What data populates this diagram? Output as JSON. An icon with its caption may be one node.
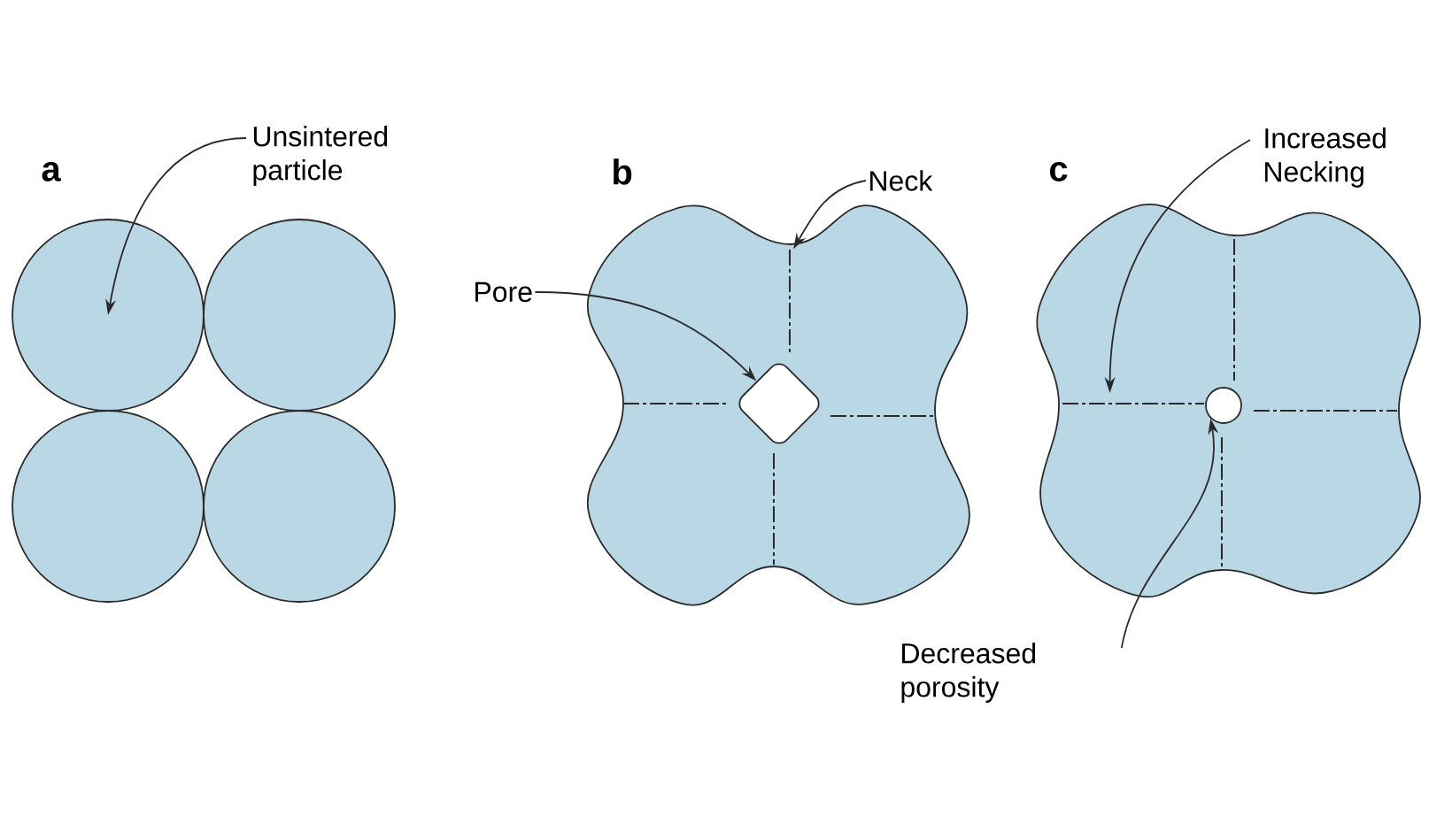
{
  "diagram": {
    "nodes": [
      {
        "text": [
          "Unsintered particle"
        ]
      },
      {
        "text": [],
        "shape": "circle"
      },
      {
        "text": [],
        "shape": "circle"
      },
      {
        "text": [],
        "shape": "circle"
      },
      {
        "text": [],
        "shape": "circle"
      },
      {
        "text": [
          "Neck"
        ]
      },
      {
        "text": [
          "Pore"
        ]
      },
      {
        "text": [],
        "shape": "blob"
      },
      {
        "text": [],
        "shape": "diamond",
        "in": 7
      },
      {
        "text": [
          "Increased Necking"
        ]
      },
      {
        "text": [],
        "shape": "blob"
      },
      {
        "text": [],
        "shape": "circle",
        "in": 10
      },
      {
        "text": [
          "Decreased porosity"
        ]
      }
    ],
    "edges": [
      {
        "from": 0,
        "to": 1,
        "arrow": "to"
      },
      {
        "from": 5,
        "to": 7,
        "arrow": "to"
      },
      {
        "from": 6,
        "to": 8,
        "arrow": "to"
      },
      {
        "from": 9,
        "to": 10,
        "arrow": "to"
      },
      {
        "from": 12,
        "to": 11,
        "arrow": "to"
      }
    ],
    "labels": [
      "a",
      "b",
      "c"
    ]
  }
}
